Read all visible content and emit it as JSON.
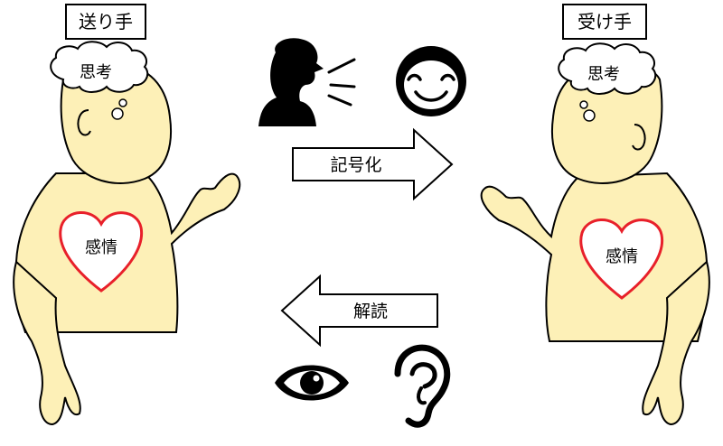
{
  "sender": {
    "title": "送り手",
    "thought": "思考",
    "emotion": "感情"
  },
  "receiver": {
    "title": "受け手",
    "thought": "思考",
    "emotion": "感情"
  },
  "encode_arrow": {
    "label": "記号化"
  },
  "decode_arrow": {
    "label": "解読"
  },
  "icons": {
    "speaker": "speaking-person-icon",
    "face": "smiling-face-icon",
    "eye": "eye-icon",
    "ear": "ear-icon"
  },
  "colors": {
    "skin": "#fdf0b7",
    "heart": "#e8202a",
    "outline": "#000000"
  }
}
